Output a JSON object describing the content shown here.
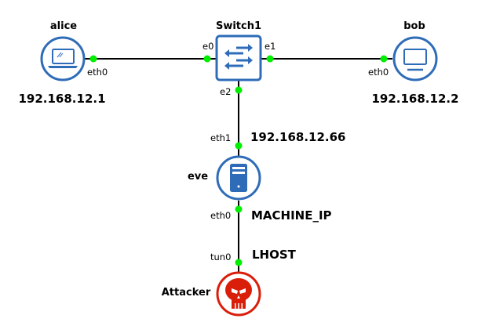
{
  "diagram": {
    "colors": {
      "node_blue": "#2f6cb8",
      "attacker_red": "#d91e0a",
      "link": "#000000",
      "port": "#00ee00"
    },
    "nodes": {
      "alice": {
        "name": "alice",
        "icon": "laptop-icon",
        "ip": "192.168.12.1",
        "iface": "eth0"
      },
      "switch": {
        "name": "Switch1",
        "icon": "switch-icon",
        "ports": [
          "e0",
          "e1",
          "e2"
        ]
      },
      "bob": {
        "name": "bob",
        "icon": "monitor-icon",
        "ip": "192.168.12.2",
        "iface": "eth0"
      },
      "eve": {
        "name": "eve",
        "icon": "server-icon",
        "iface_top": "eth1",
        "ip_top": "192.168.12.66",
        "iface_bottom": "eth0",
        "ip_bottom": "MACHINE_IP"
      },
      "attacker": {
        "name": "Attacker",
        "icon": "skull-icon",
        "iface": "tun0",
        "ip": "LHOST"
      }
    },
    "links": [
      {
        "from": "alice.eth0",
        "to": "Switch1.e0"
      },
      {
        "from": "Switch1.e1",
        "to": "bob.eth0"
      },
      {
        "from": "Switch1.e2",
        "to": "eve.eth1"
      },
      {
        "from": "eve.eth0",
        "to": "Attacker.tun0"
      }
    ]
  }
}
